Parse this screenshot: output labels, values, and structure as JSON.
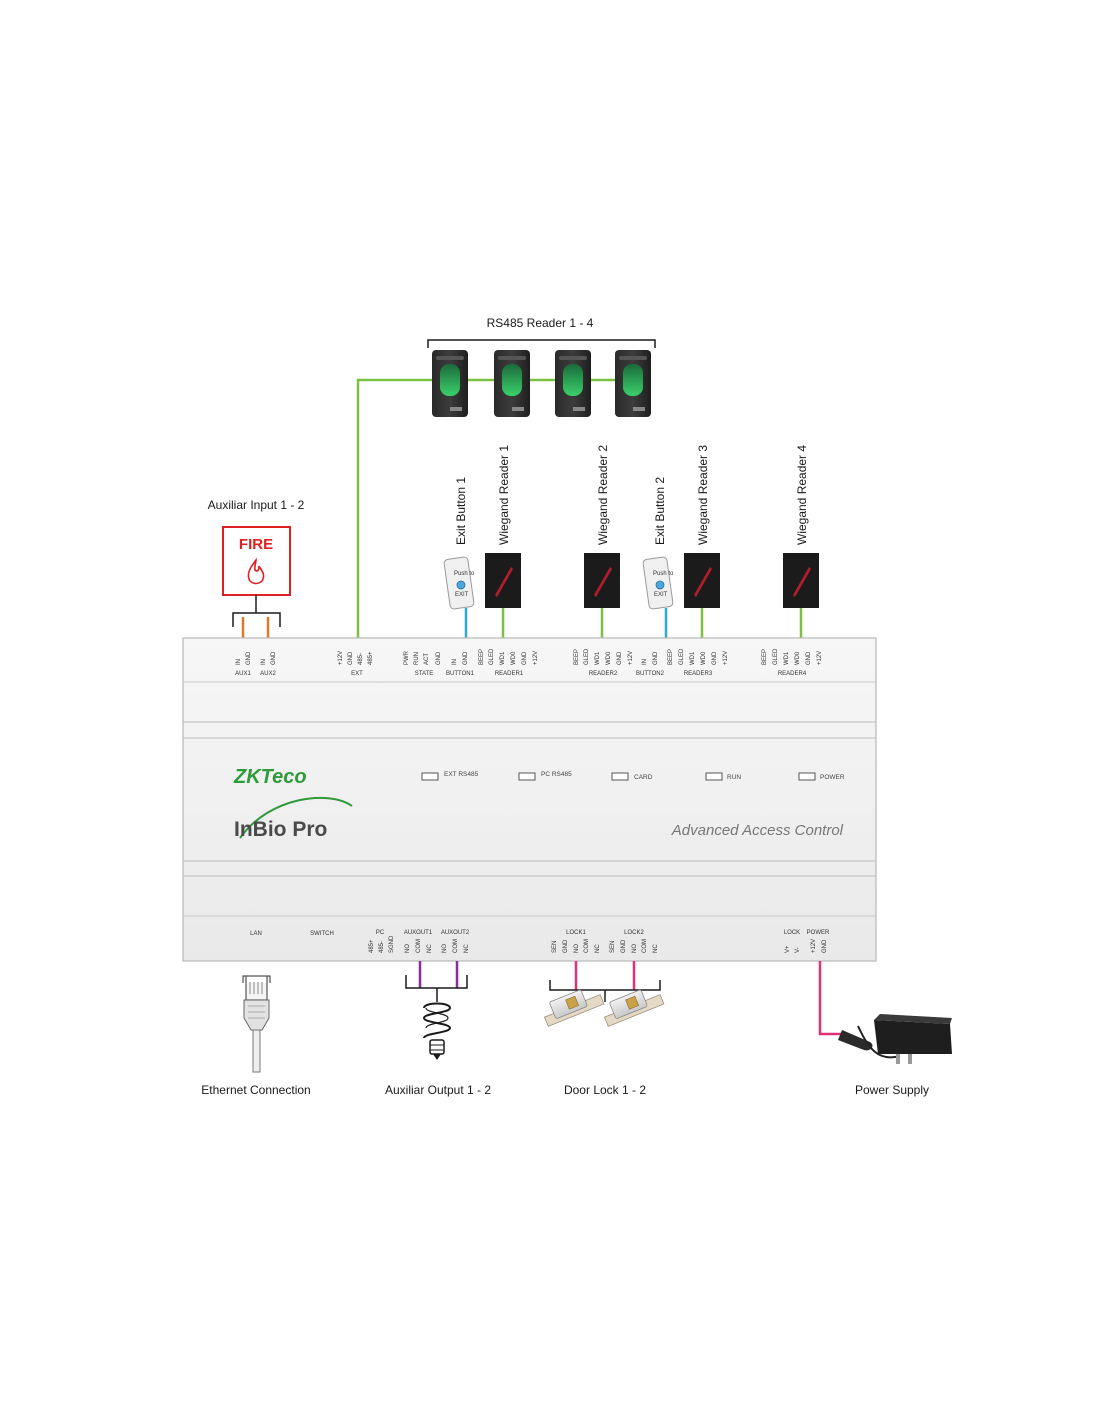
{
  "labels": {
    "rs485_readers": "RS485 Reader 1 - 4",
    "aux_input": "Auxiliar Input 1 - 2",
    "fire": "FIRE",
    "exit_button_1": "Exit Button 1",
    "wiegand_reader_1": "Wiegand Reader 1",
    "wiegand_reader_2": "Wiegand Reader 2",
    "exit_button_2": "Exit Button 2",
    "wiegand_reader_3": "Wiegand Reader 3",
    "wiegand_reader_4": "Wiegand Reader 4",
    "ethernet": "Ethernet Connection",
    "aux_output": "Auxiliar Output 1 - 2",
    "door_lock": "Door Lock 1 - 2",
    "power_supply": "Power Supply"
  },
  "brand": {
    "logo": "ZKTeco",
    "product": "InBio Pro",
    "tagline": "Advanced Access Control"
  },
  "leds": [
    "EXT RS485",
    "PC RS485",
    "CARD",
    "RUN",
    "POWER"
  ],
  "top_terminals": {
    "aux": {
      "pins": [
        "IN",
        "GND",
        "IN",
        "GND"
      ],
      "groups": [
        "AUX1",
        "AUX2"
      ]
    },
    "ext": {
      "pins": [
        "+12V",
        "GND",
        "485-",
        "485+"
      ],
      "group": "EXT"
    },
    "state": {
      "pins": [
        "PWR",
        "RUN",
        "ACT",
        "GND"
      ],
      "group": "STATE"
    },
    "button1": {
      "pins": [
        "IN",
        "GND"
      ],
      "group": "BUTTON1"
    },
    "reader1": {
      "pins": [
        "BEEP",
        "GLED",
        "WD1",
        "WD0",
        "GND",
        "+12V"
      ],
      "group": "READER1"
    },
    "reader2": {
      "pins": [
        "BEEP",
        "GLED",
        "WD1",
        "WD0",
        "GND",
        "+12V"
      ],
      "group": "READER2"
    },
    "button2": {
      "pins": [
        "IN",
        "GND"
      ],
      "group": "BUTTON2"
    },
    "reader3": {
      "pins": [
        "BEEP",
        "GLED",
        "WD1",
        "WD0",
        "GND",
        "+12V"
      ],
      "group": "READER3"
    },
    "reader4": {
      "pins": [
        "BEEP",
        "GLED",
        "WD1",
        "WD0",
        "GND",
        "+12V"
      ],
      "group": "READER4"
    }
  },
  "bottom_terminals": {
    "lan": "LAN",
    "switch": "SWITCH",
    "pc": {
      "group": "PC",
      "pins": [
        "485+",
        "485-",
        "SGND"
      ]
    },
    "auxout1": {
      "group": "AUXOUT1",
      "pins": [
        "NO",
        "COM",
        "NC"
      ]
    },
    "auxout2": {
      "group": "AUXOUT2",
      "pins": [
        "NO",
        "COM",
        "NC"
      ]
    },
    "lock1": {
      "group": "LOCK1",
      "pins": [
        "SEN",
        "GND",
        "NO",
        "COM",
        "NC"
      ]
    },
    "lock2": {
      "group": "LOCK2",
      "pins": [
        "SEN",
        "GND",
        "NO",
        "COM",
        "NC"
      ]
    },
    "lock": {
      "group": "LOCK",
      "pins": [
        "V+",
        "V-"
      ]
    },
    "power": {
      "group": "POWER",
      "pins": [
        "+12V",
        "GND"
      ]
    }
  },
  "device_texts": {
    "exit_button": "EXIT",
    "push_to": "Push to"
  },
  "colors": {
    "rs485_wire": "#7cc242",
    "button_wire": "#2aa8d8",
    "aux_in_wire": "#e07a2a",
    "aux_out_wire": "#8a2d9c",
    "lock_wire": "#e0307a",
    "power_wire": "#e0307a",
    "fire_red": "#e02020",
    "brand_green": "#2e9a3a"
  }
}
